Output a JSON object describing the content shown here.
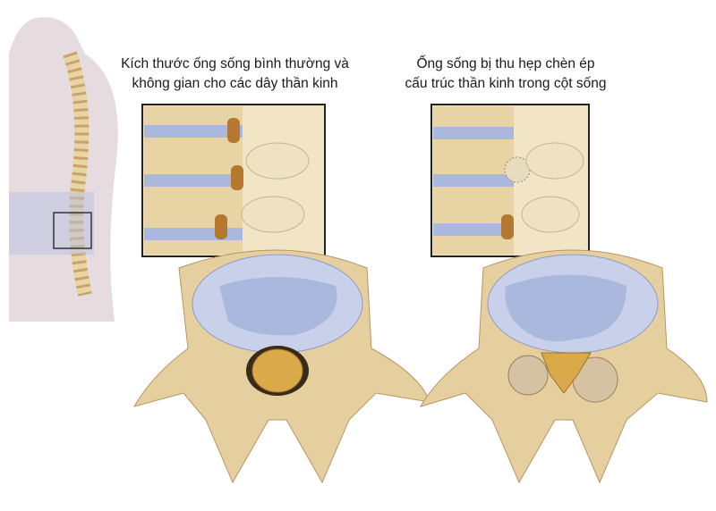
{
  "captions": {
    "normal_line1": "Kích thước ống sống bình thường và",
    "normal_line2": "không gian cho các dây thần kinh",
    "stenosis_line1": "Ống sống bị thu hẹp chèn ép",
    "stenosis_line2": "cấu trúc thần kinh trong cột sống"
  },
  "colors": {
    "bone": "#e9d6ae",
    "disc": "#a9b8dc",
    "nerve": "#d9a94a",
    "body": "#e6dcdf",
    "frame": "#222222"
  }
}
